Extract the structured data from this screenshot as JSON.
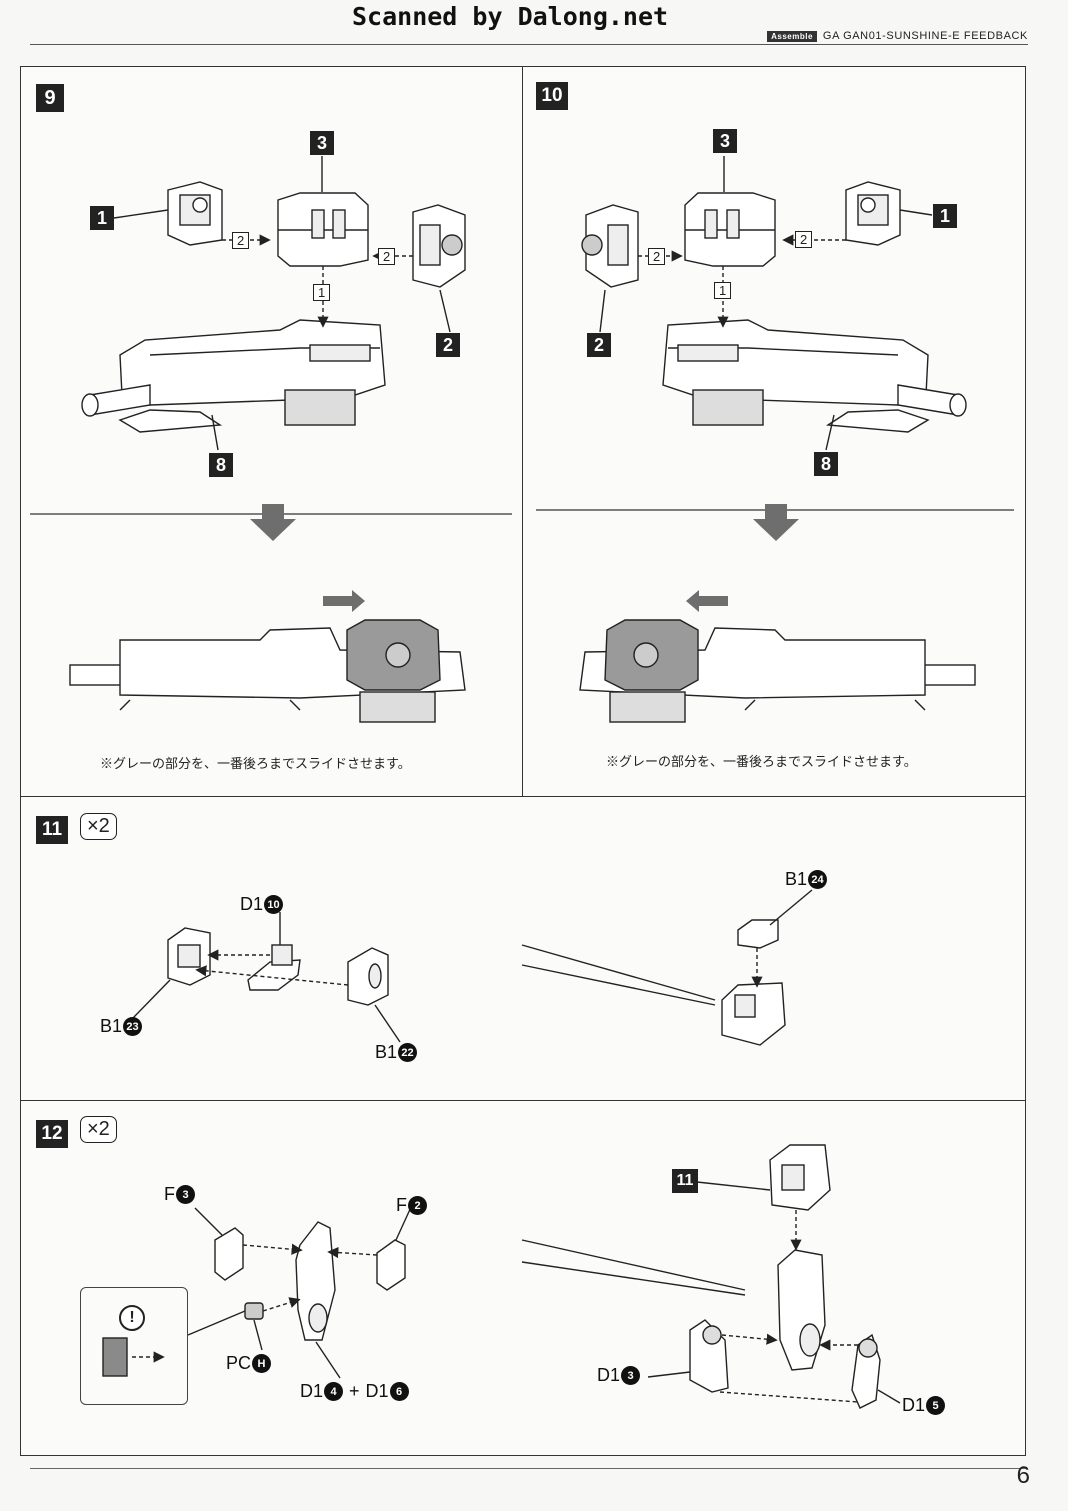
{
  "scanner_credit": "Scanned by Dalong.net",
  "header": {
    "tag": "Assemble",
    "model": "GA GAN01-SUNSHINE-E FEEDBACK"
  },
  "steps": [
    {
      "number": "9",
      "parts": [
        "1",
        "2",
        "3",
        "8"
      ],
      "arrow_labels": [
        "2",
        "2",
        "1"
      ],
      "note": "※グレーの部分を、一番後ろまでスライドさせます。"
    },
    {
      "number": "10",
      "parts": [
        "1",
        "2",
        "3",
        "8"
      ],
      "arrow_labels": [
        "2",
        "2",
        "1"
      ],
      "note": "※グレーの部分を、一番後ろまでスライドさせます。"
    },
    {
      "number": "11",
      "multiplier": "×2",
      "labels": [
        {
          "prefix": "D1",
          "num": "10"
        },
        {
          "prefix": "B1",
          "num": "23"
        },
        {
          "prefix": "B1",
          "num": "22"
        },
        {
          "prefix": "B1",
          "num": "24"
        }
      ]
    },
    {
      "number": "12",
      "multiplier": "×2",
      "sub_ref": "11",
      "labels": [
        {
          "prefix": "F",
          "num": "3"
        },
        {
          "prefix": "F",
          "num": "2"
        },
        {
          "prefix": "PC",
          "num": "H"
        },
        {
          "prefix": "D1",
          "num": "4"
        },
        {
          "plus": "+"
        },
        {
          "prefix": "D1",
          "num": "6"
        },
        {
          "prefix": "D1",
          "num": "3"
        },
        {
          "prefix": "D1",
          "num": "5"
        }
      ],
      "caution": "!"
    }
  ],
  "page_number": "6",
  "colors": {
    "ink": "#222222",
    "paper": "#f7f7f5",
    "gray_part": "#8a8a8a",
    "arrow_gray": "#6e6e6e"
  }
}
